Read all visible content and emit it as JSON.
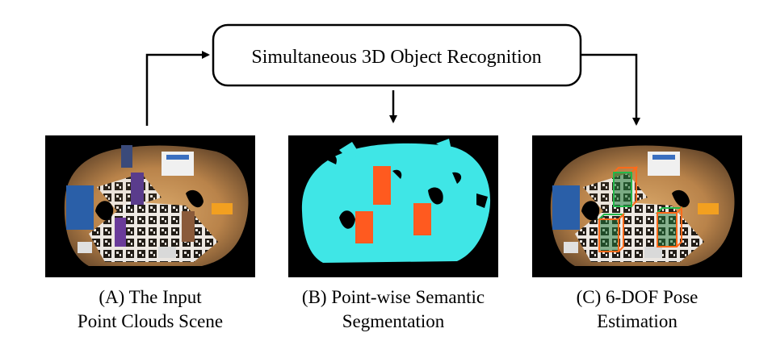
{
  "diagram": {
    "title": "Simultaneous 3D Object Recognition",
    "panels": [
      {
        "id": "A",
        "caption_line1": "(A) The Input",
        "caption_line2": "Point Clouds Scene",
        "content": "RGB point cloud scene of a tabletop with objects and fiducial markers"
      },
      {
        "id": "B",
        "caption_line1": "(B) Point-wise Semantic",
        "caption_line2": "Segmentation",
        "content": "Segmented point cloud: background in cyan, objects in orange"
      },
      {
        "id": "C",
        "caption_line1": "(C) 6-DOF Pose",
        "caption_line2": "Estimation",
        "content": "RGB scene with estimated object poses drawn as 3D bounding boxes"
      }
    ],
    "colors": {
      "segmentation_background": "#3fe6e6",
      "segmentation_object": "#ff5a1f",
      "pose_box_green": "#23b84a",
      "pose_box_orange": "#ff6a1a",
      "image_background": "#000000"
    }
  }
}
